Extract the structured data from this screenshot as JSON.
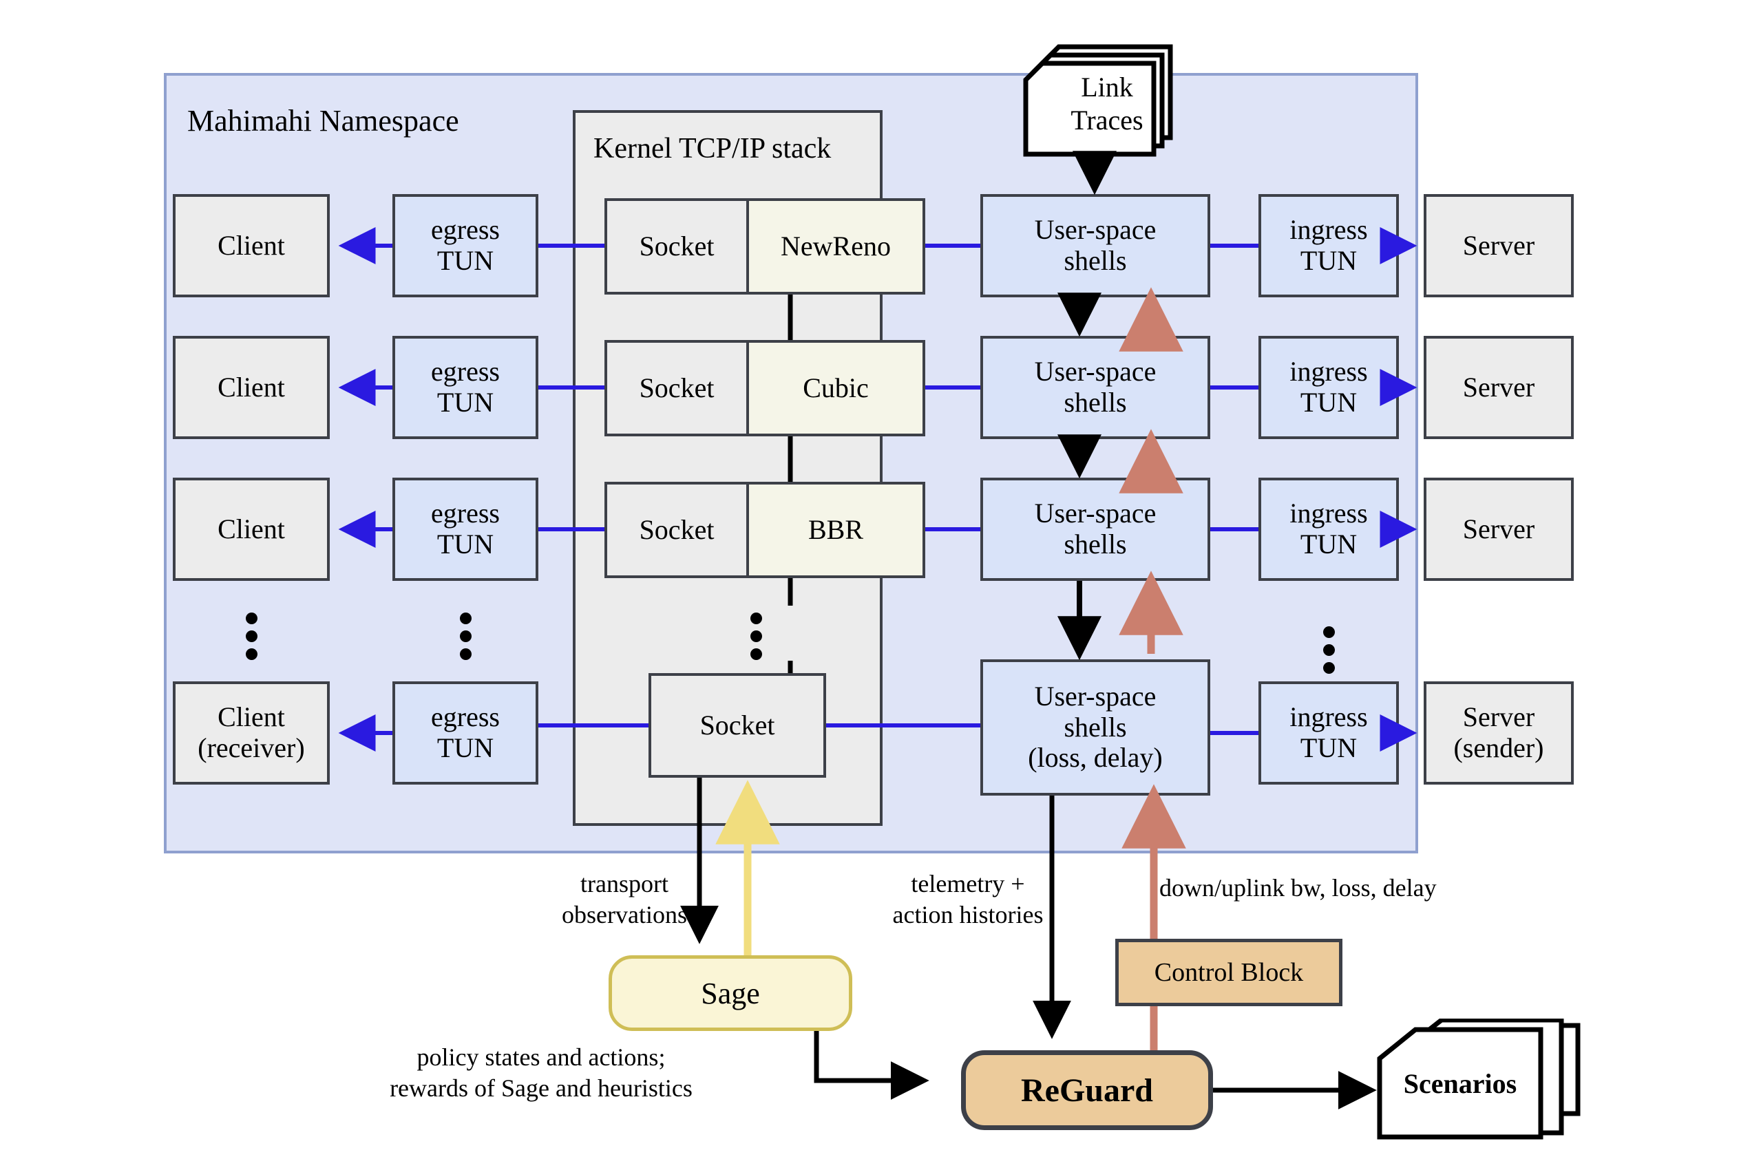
{
  "diagram": {
    "title_visible": false,
    "namespace": {
      "label": "Mahimahi Namespace"
    },
    "kernel": {
      "label": "Kernel TCP/IP stack"
    },
    "link_traces": {
      "label_line1": "Link",
      "label_line2": "Traces"
    },
    "scenarios": {
      "label": "Scenarios"
    },
    "rows": [
      {
        "client": "Client",
        "egress": "egress\nTUN",
        "socket": "Socket",
        "cca": "NewReno",
        "shell": "User-space\nshells",
        "ingress": "ingress\nTUN",
        "server": "Server"
      },
      {
        "client": "Client",
        "egress": "egress\nTUN",
        "socket": "Socket",
        "cca": "Cubic",
        "shell": "User-space\nshells",
        "ingress": "ingress\nTUN",
        "server": "Server"
      },
      {
        "client": "Client",
        "egress": "egress\nTUN",
        "socket": "Socket",
        "cca": "BBR",
        "shell": "User-space\nshells",
        "ingress": "ingress\nTUN",
        "server": "Server"
      },
      {
        "client": "Client\n(receiver)",
        "egress": "egress\nTUN",
        "socket": "Socket",
        "cca": "",
        "shell": "User-space\nshells\n(loss, delay)",
        "ingress": "ingress\nTUN",
        "server": "Server\n(sender)"
      }
    ],
    "client_labels": [
      "Client",
      "Client",
      "Client",
      "Client",
      "(receiver)"
    ],
    "egress_label_top": "egress",
    "egress_label_bottom": "TUN",
    "ingress_label_top": "ingress",
    "ingress_label_bottom": "TUN",
    "socket_label": "Socket",
    "cca_labels": [
      "NewReno",
      "Cubic",
      "BBR"
    ],
    "shell_label_top": "User-space",
    "shell_label_bottom": "shells",
    "shell_label_extra": "(loss, delay)",
    "server_labels": [
      "Server",
      "Server",
      "Server",
      "Server",
      "(sender)"
    ],
    "edge_notes": {
      "transport_observations_l1": "transport",
      "transport_observations_l2": "observations",
      "policy_l1": "policy states and actions;",
      "policy_l2": "rewards of Sage and heuristics",
      "telemetry_l1": "telemetry +",
      "telemetry_l2": "action histories",
      "downuplink": "down/uplink bw, loss, delay"
    },
    "nodes": {
      "sage": "Sage",
      "reguard": "ReGuard",
      "control_block": "Control Block"
    },
    "colors": {
      "namespace_fill": "#dfe4f7",
      "namespace_border": "#8fa0cf",
      "kernel_fill": "#ececec",
      "node_grey": "#ececec",
      "node_blue": "#d9e3f9",
      "node_cream": "#f5f5e8",
      "node_border": "#3d4048",
      "blue_arrow": "#2a1ae0",
      "salmon_arrow": "#cb7f6e",
      "yellow_arrow": "#f1dd7e",
      "sage_fill": "#faf5d6",
      "sage_border": "#cfbe56",
      "reguard_fill": "#eccb9b"
    }
  }
}
